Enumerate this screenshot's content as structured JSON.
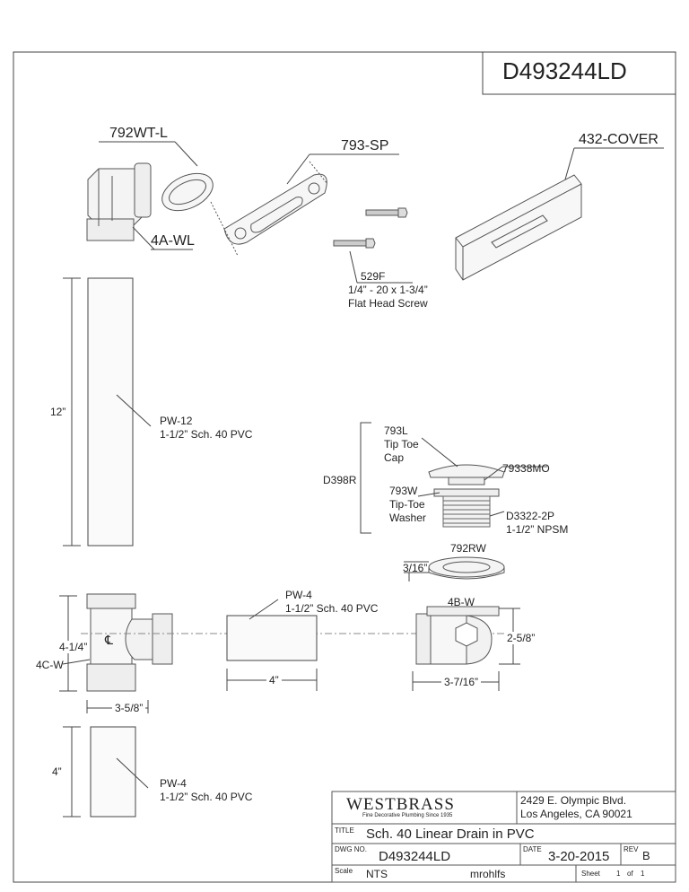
{
  "drawing_number": "D493244LD",
  "parts": {
    "elbow": "792WT-L",
    "gasket_top": "793-SP",
    "cover": "432-COVER",
    "wye": "4A-WL",
    "screw_code": "529F",
    "screw_size": "1/4” - 20 x 1-3/4”",
    "screw_desc": "Flat Head Screw",
    "pipe12_dim": "12”",
    "pipe12_code": "PW-12",
    "pipe12_desc": "1-1/2” Sch. 40 PVC",
    "cap_code": "793L",
    "cap_desc1": "Tip Toe",
    "cap_desc2": "Cap",
    "assembly_code": "D398R",
    "body_code": "79338MO",
    "washer_code": "793W",
    "washer_desc1": "Tip-Toe",
    "washer_desc2": "Washer",
    "thread_code": "D3322-2P",
    "thread_desc": "1-1/2” NPSM",
    "ring_code": "792RW",
    "ring_dim": "3/16”",
    "pw4_mid_code": "PW-4",
    "pw4_mid_desc": "1-1/2” Sch. 40 PVC",
    "pw4_mid_dim": "4”",
    "trap_code": "4B-W",
    "trap_height": "2-5/8”",
    "trap_width": "3-7/16”",
    "tee_height": "4-1/4”",
    "tee_code": "4C-W",
    "tee_width": "3-5/8”",
    "centerline": "℄",
    "pw4_bot_dim": "4”",
    "pw4_bot_code": "PW-4",
    "pw4_bot_desc": "1-1/2” Sch. 40 PVC"
  },
  "title_block": {
    "company": "WESTBRASS",
    "tagline": "Fine Decorative Plumbing Since 1935",
    "address1": "2429 E. Olympic Blvd.",
    "address2": "Los Angeles, CA 90021",
    "title_label": "TITLE",
    "title": "Sch. 40 Linear Drain in PVC",
    "dwg_label": "DWG NO.",
    "dwg_no": "D493244LD",
    "date_label": "DATE",
    "date": "3-20-2015",
    "rev_label": "REV",
    "rev": "B",
    "scale_label": "Scale",
    "scale": "NTS",
    "drawn_by": "mrohlfs",
    "sheet_label": "Sheet",
    "sheet_num": "1",
    "of_label": "of",
    "sheet_total": "1"
  }
}
